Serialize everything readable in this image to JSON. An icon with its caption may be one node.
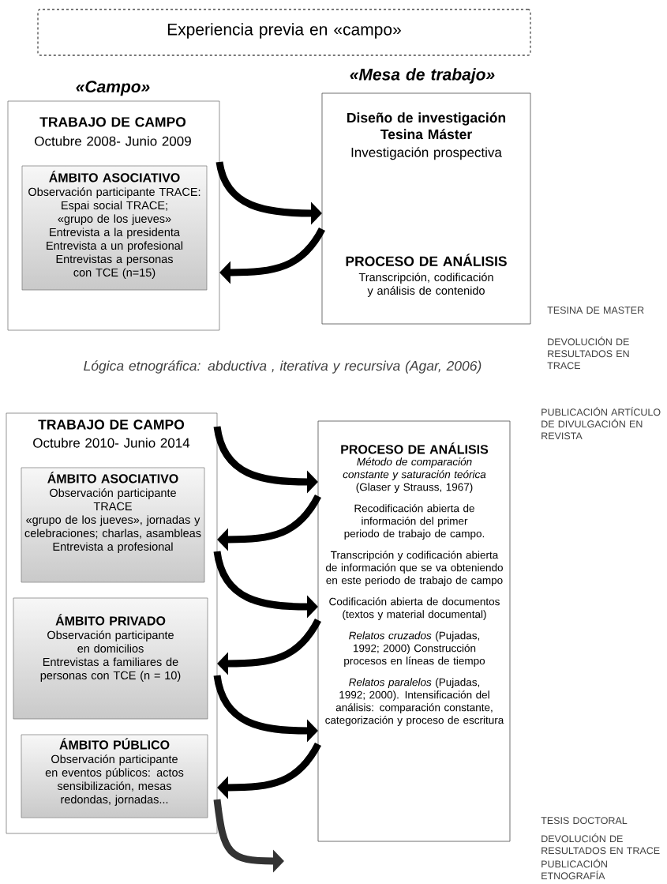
{
  "diagram": {
    "nodes": [
      {
        "text": [
          "Experiencia previa en «campo»"
        ]
      },
      {
        "text": [
          "«Campo»",
          "TRABAJO DE CAMPO",
          "Octubre  2008- Junio 2009"
        ]
      },
      {
        "text": [
          "ÁMBITO ASOCIATIVO",
          "Observación participante TRACE:",
          "Espai social TRACE; «grupo de los jueves»",
          "Entrevista a la presidenta",
          "Entrevista a un profesional",
          "Entrevistas a personas con TCE (n=15)"
        ],
        "in": 1
      },
      {
        "text": [
          "«Mesa de trabajo»",
          "Diseño de investigación",
          "Tesina Máster",
          "Investigación prospectiva",
          "PROCESO DE ANÁLISIS",
          "Transcripción,  codificación  y análisis  de contenido"
        ]
      },
      {
        "text": [
          "TRABAJO DE CAMPO",
          "Octubre 2010- Junio 2014"
        ]
      },
      {
        "text": [
          "ÁMBITO ASOCIATIVO",
          "Observación participante",
          "TRACE",
          "«grupo de los jueves», jornadas y celebraciones; charlas, asambleas",
          "Entrevista a profesional"
        ],
        "in": 4
      },
      {
        "text": [
          "ÁMBITO PRIVADO",
          "Observación participante en domicilios",
          "Entrevistas  a familiares de personas con TCE (n = 10)"
        ],
        "in": 4
      },
      {
        "text": [
          "ÁMBITO PÚBLICO",
          "Observación participante en eventos públicos: actos sensibilización, mesas redondas, jornadas..."
        ],
        "in": 4
      },
      {
        "text": [
          "PROCESO DE ANÁLISIS",
          "*Método de comparación constante y saturación teórica* (Glaser y Strauss, 1967)",
          "Recodificación abierta de información del primer periodo de trabajo de campo.",
          "Transcripción y codificación  abierta de información que se va obteniendo en este periodo de trabajo de campo",
          "Codificación  abierta de documentos (textos y material documental)",
          "*Relatos cruzados* (Pujadas, 1992; 2000) Construcción procesos en líneas  de tiempo",
          "*Relatos paralelos*  (Pujadas, 1992; 2000).  Intensificación del análisis: comparación constante, categorización y proceso de escritura"
        ]
      }
    ],
    "edges": [
      {
        "from": 1,
        "to": 3,
        "arrow": "to"
      },
      {
        "from": 3,
        "to": 1,
        "arrow": "to"
      },
      {
        "from": 4,
        "to": 8,
        "arrow": "to"
      },
      {
        "from": 8,
        "to": 4,
        "arrow": "to"
      },
      {
        "from": 4,
        "to": 8,
        "arrow": "to"
      },
      {
        "from": 8,
        "to": 4,
        "arrow": "to"
      },
      {
        "from": 4,
        "to": 8,
        "arrow": "to"
      },
      {
        "from": 8,
        "to": 4,
        "arrow": "to"
      },
      {
        "from": 4,
        "to": null,
        "arrow": "to",
        "color": "#333333"
      }
    ],
    "labels": [
      "TESINA DE MASTER",
      "DEVOLUCIÓN  DE RESULTADOS EN TRACE",
      "Lógica etnográfica: abductiva , iterativa y recursiva (Agar,  2006)",
      "PUBLICACIÓN ARTÍCULO DE DIVULGACIÓN EN REVISTA",
      "TESIS DOCTORAL",
      "DEVOLUCIÓN  DE RESULTADOS EN TRACE",
      "PUBLICACIÓN ETNOGRAFÍA"
    ]
  }
}
